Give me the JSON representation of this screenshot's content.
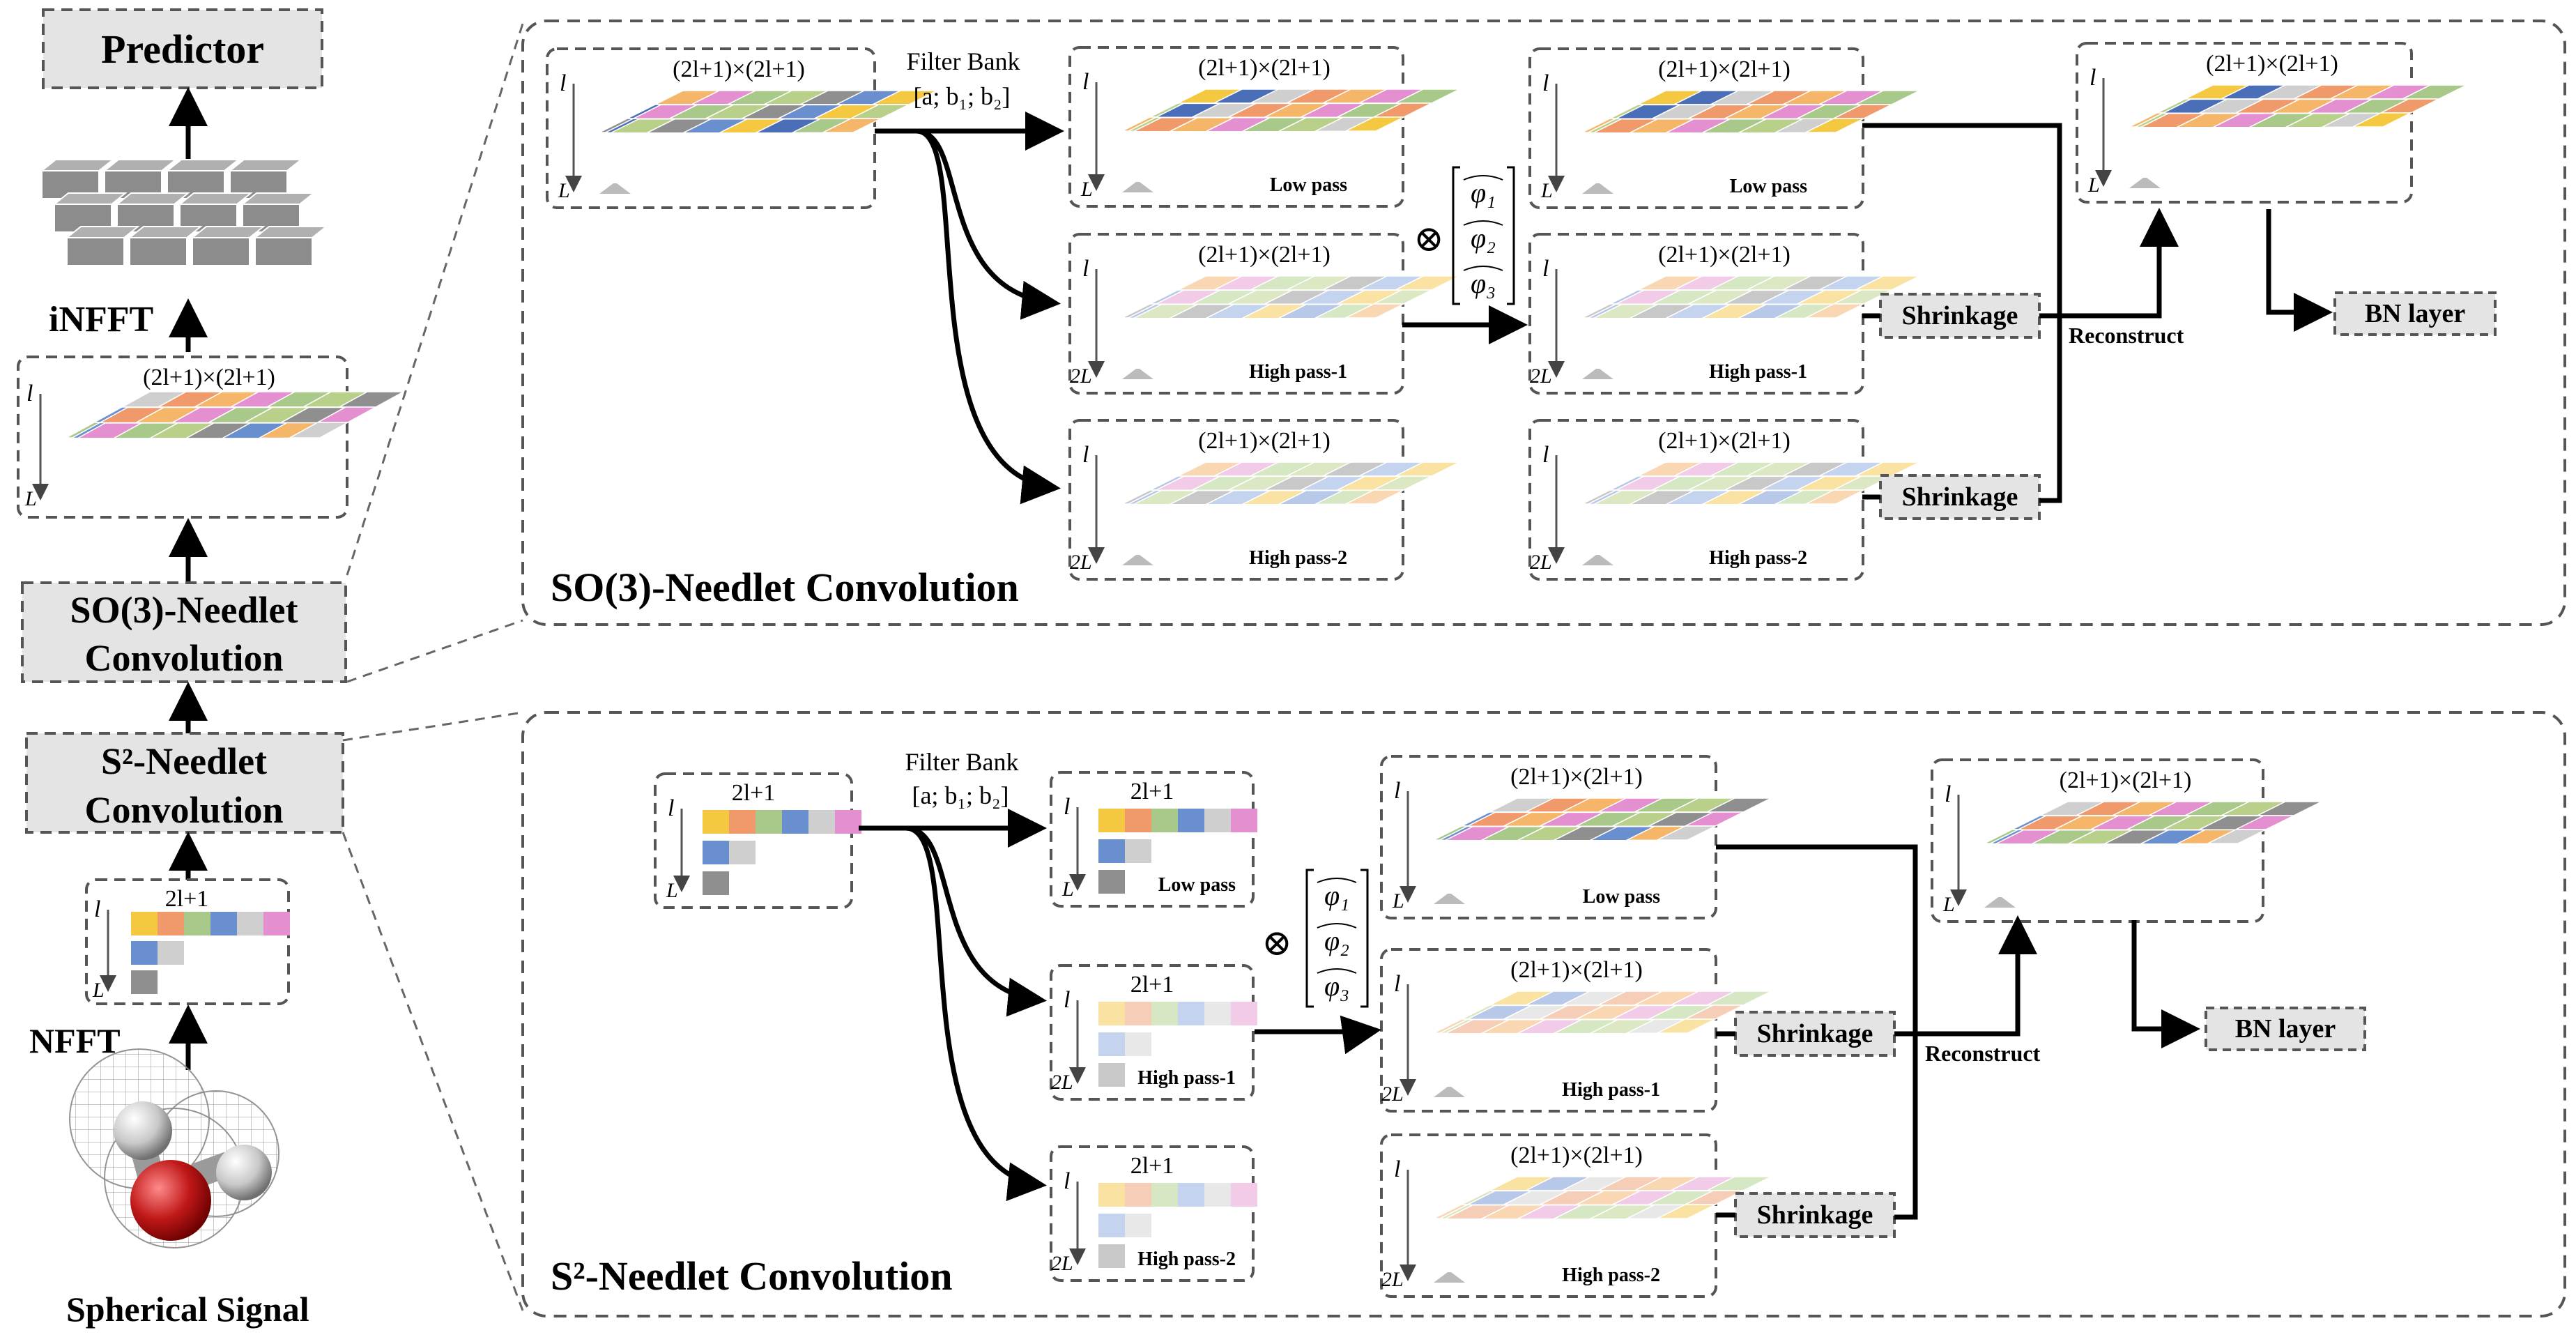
{
  "left_column": {
    "predictor": "Predictor",
    "infft": "iNFFT",
    "so3_block": [
      "SO(3)-Needlet",
      "Convolution"
    ],
    "s2_block": [
      "S²-Needlet",
      "Convolution"
    ],
    "nfft": "NFFT",
    "spherical_signal": "Spherical Signal"
  },
  "labels": {
    "dim_matrix": "(2l+1)×(2l+1)",
    "dim_vector": "2l+1",
    "axis_l": "l",
    "axis_L": "L",
    "axis_2L": "2L",
    "filter_bank": "Filter Bank",
    "filter_bank_math": "[a; b₁; b₂]",
    "low_pass": "Low pass",
    "high_pass_1": "High pass-1",
    "high_pass_2": "High pass-2",
    "shrinkage": "Shrinkage",
    "reconstruct": "Reconstruct",
    "bn_layer": "BN layer",
    "otimes": "⊗",
    "phi": [
      "φ₁",
      "φ₂",
      "φ₃"
    ]
  },
  "panels": {
    "so3_title": "SO(3)-Needlet Convolution",
    "s2_title": "S²-Needlet Convolution"
  },
  "colors": {
    "grey_box": "#e4e4e4",
    "dash": "#555555",
    "palette_strong": [
      "#f5c842",
      "#f09a6c",
      "#a9c98a",
      "#6a8fcf",
      "#cfcfcf",
      "#e48fcf",
      "#8f8f8f",
      "#4a6fb8",
      "#f6b66a",
      "#b8d08a"
    ],
    "palette_light": [
      "#fae3a2",
      "#f6cdb6",
      "#d5e7c3",
      "#c4d3ee",
      "#e8e8e8",
      "#f2cbe8",
      "#c8c8c8",
      "#b7c8e8",
      "#fad7b3",
      "#dce8c4"
    ]
  }
}
